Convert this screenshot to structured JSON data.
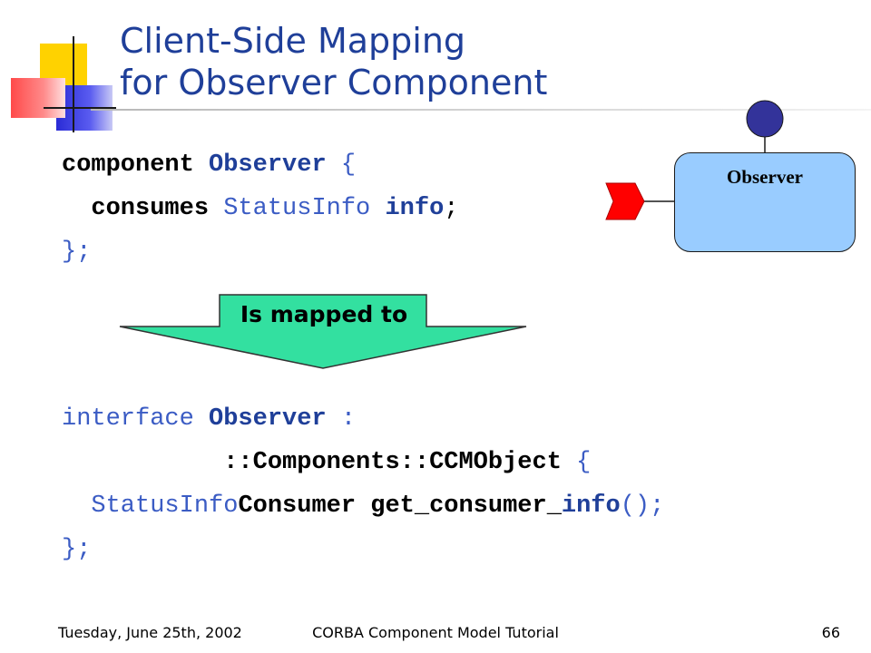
{
  "title": {
    "line1": "Client-Side Mapping",
    "line2": "for Observer Component"
  },
  "idl_component": {
    "line1": [
      "component",
      " ",
      "Observer",
      " {"
    ],
    "line2": [
      "  ",
      "consumes",
      " ",
      "StatusInfo",
      " ",
      "info",
      ";"
    ],
    "line3": "};"
  },
  "mapping_arrow": {
    "label": "Is mapped to",
    "fill_color": "#33e0a0"
  },
  "idl_interface": {
    "line1": [
      "interface ",
      "Observer",
      " :"
    ],
    "line2": [
      "           ",
      "::Components::CCMObject",
      " {"
    ],
    "line3": [
      "  ",
      "StatusInfo",
      "Consumer get_consumer_",
      "info",
      "();"
    ],
    "line4": "};"
  },
  "diagram": {
    "component_label": "Observer",
    "box_color": "#99ccff",
    "sink_color": "#ff0000",
    "facet_color": "#33339a"
  },
  "footer": {
    "date": "Tuesday, June 25th, 2002",
    "title": "CORBA Component Model Tutorial",
    "page": "66"
  },
  "colors": {
    "title": "#1f3f99",
    "keyword_blue": "#1f3f99",
    "type_blue": "#3b5cc4"
  }
}
